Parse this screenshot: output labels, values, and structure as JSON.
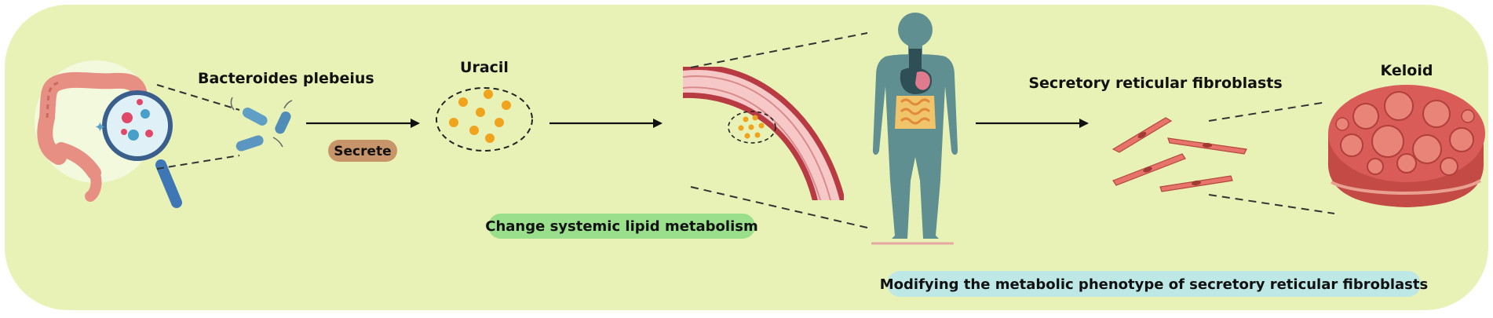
{
  "labels": {
    "bacteria": "Bacteroides plebeius",
    "secrete": "Secrete",
    "uracil": "Uracil",
    "lipid": "Change systemic lipid metabolism",
    "fibroblasts": "Secretory reticular fibroblasts",
    "keloid": "Keloid",
    "phenotype": "Modifying the metabolic phenotype of secretory reticular fibroblasts"
  },
  "colors": {
    "background_panel": "#e8f2b6",
    "secrete_pill": "#c8956a",
    "lipid_pill": "#9adf8c",
    "phenotype_pill": "#bde8e6",
    "uracil_dot": "#f0a31c",
    "vessel_wall": "#b83b44",
    "vessel_lumen": "#f6c9c8",
    "human_body": "#5f8f91",
    "fibroblast": "#e7736b",
    "keloid": "#d95c58"
  },
  "icons": [
    "colon-icon",
    "magnifier-icon",
    "bacteria-icon",
    "uracil-cluster-icon",
    "blood-vessel-icon",
    "human-body-icon",
    "fibroblast-icon",
    "keloid-icon",
    "arrow-icon"
  ]
}
